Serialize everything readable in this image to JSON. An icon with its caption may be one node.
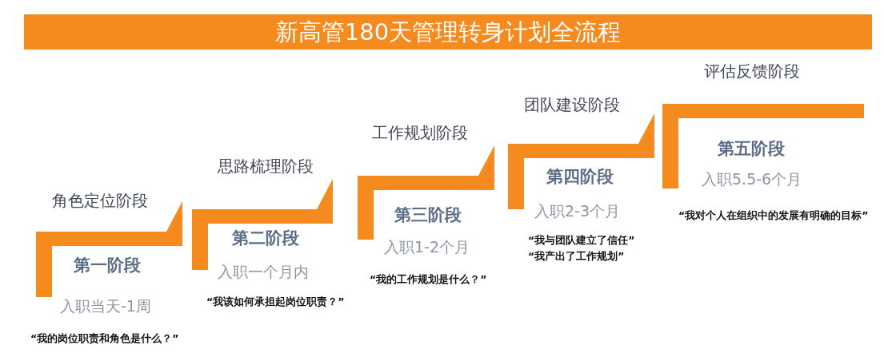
{
  "diagram": {
    "title": "新高管180天管理转身计划全流程",
    "nodes": [
      {
        "text": [
          "角色定位阶段",
          "第一阶段",
          "入职当天-1周"
        ],
        "beside": [
          "“我的岗位职责和角色是什么？”"
        ]
      },
      {
        "text": [
          "思路梳理阶段",
          "第二阶段",
          "入职一个月内"
        ],
        "beside": [
          "“我该如何承担起岗位职责？”"
        ]
      },
      {
        "text": [
          "工作规划阶段",
          "第三阶段",
          "入职1-2个月"
        ],
        "beside": [
          "“我的工作规划是什么？”"
        ]
      },
      {
        "text": [
          "团队建设阶段",
          "第四阶段",
          "入职2-3个月"
        ],
        "beside": [
          "“我与团队建立了信任”",
          "“我产出了工作规划”"
        ]
      },
      {
        "text": [
          "评估反馈阶段",
          "第五阶段",
          "入职5.5-6个月"
        ],
        "beside": [
          "“我对个人在组织中的发展有明确的目标”"
        ]
      }
    ]
  }
}
